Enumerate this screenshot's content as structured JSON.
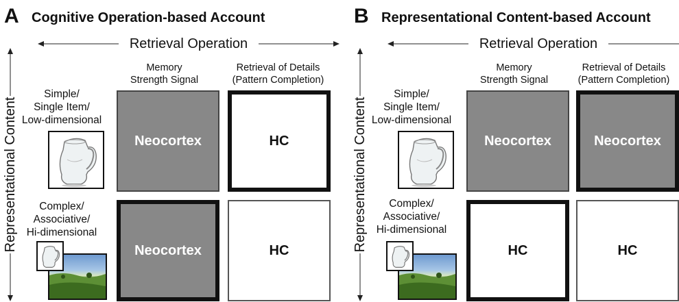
{
  "panels": [
    {
      "letter": "A",
      "title": "Cognitive Operation-based Account",
      "horizontal_axis": "Retrieval Operation",
      "vertical_axis": "Representational Content",
      "column_headers": [
        {
          "line1": "Memory",
          "line2": "Strength Signal"
        },
        {
          "line1": "Retrieval of Details",
          "line2": "(Pattern Completion)"
        }
      ],
      "row_labels": [
        {
          "line1": "Simple/",
          "line2": "Single Item/",
          "line3": "Low-dimensional"
        },
        {
          "line1": "Complex/",
          "line2": "Associative/",
          "line3": "Hi-dimensional"
        }
      ],
      "cells": [
        [
          "Neocortex",
          "HC"
        ],
        [
          "Neocortex",
          "HC"
        ]
      ]
    },
    {
      "letter": "B",
      "title": "Representational Content-based Account",
      "horizontal_axis": "Retrieval Operation",
      "vertical_axis": "Representational Content",
      "column_headers": [
        {
          "line1": "Memory",
          "line2": "Strength Signal"
        },
        {
          "line1": "Retrieval of Details",
          "line2": "(Pattern Completion)"
        }
      ],
      "row_labels": [
        {
          "line1": "Simple/",
          "line2": "Single Item/",
          "line3": "Low-dimensional"
        },
        {
          "line1": "Complex/",
          "line2": "Associative/",
          "line3": "Hi-dimensional"
        }
      ],
      "cells": [
        [
          "Neocortex",
          "Neocortex"
        ],
        [
          "HC",
          "HC"
        ]
      ]
    }
  ],
  "colors": {
    "neocortex_fill": "#888888",
    "hc_fill": "#ffffff",
    "border": "#111111"
  },
  "icons": [
    "glass-pitcher-icon",
    "landscape-scene-icon"
  ]
}
